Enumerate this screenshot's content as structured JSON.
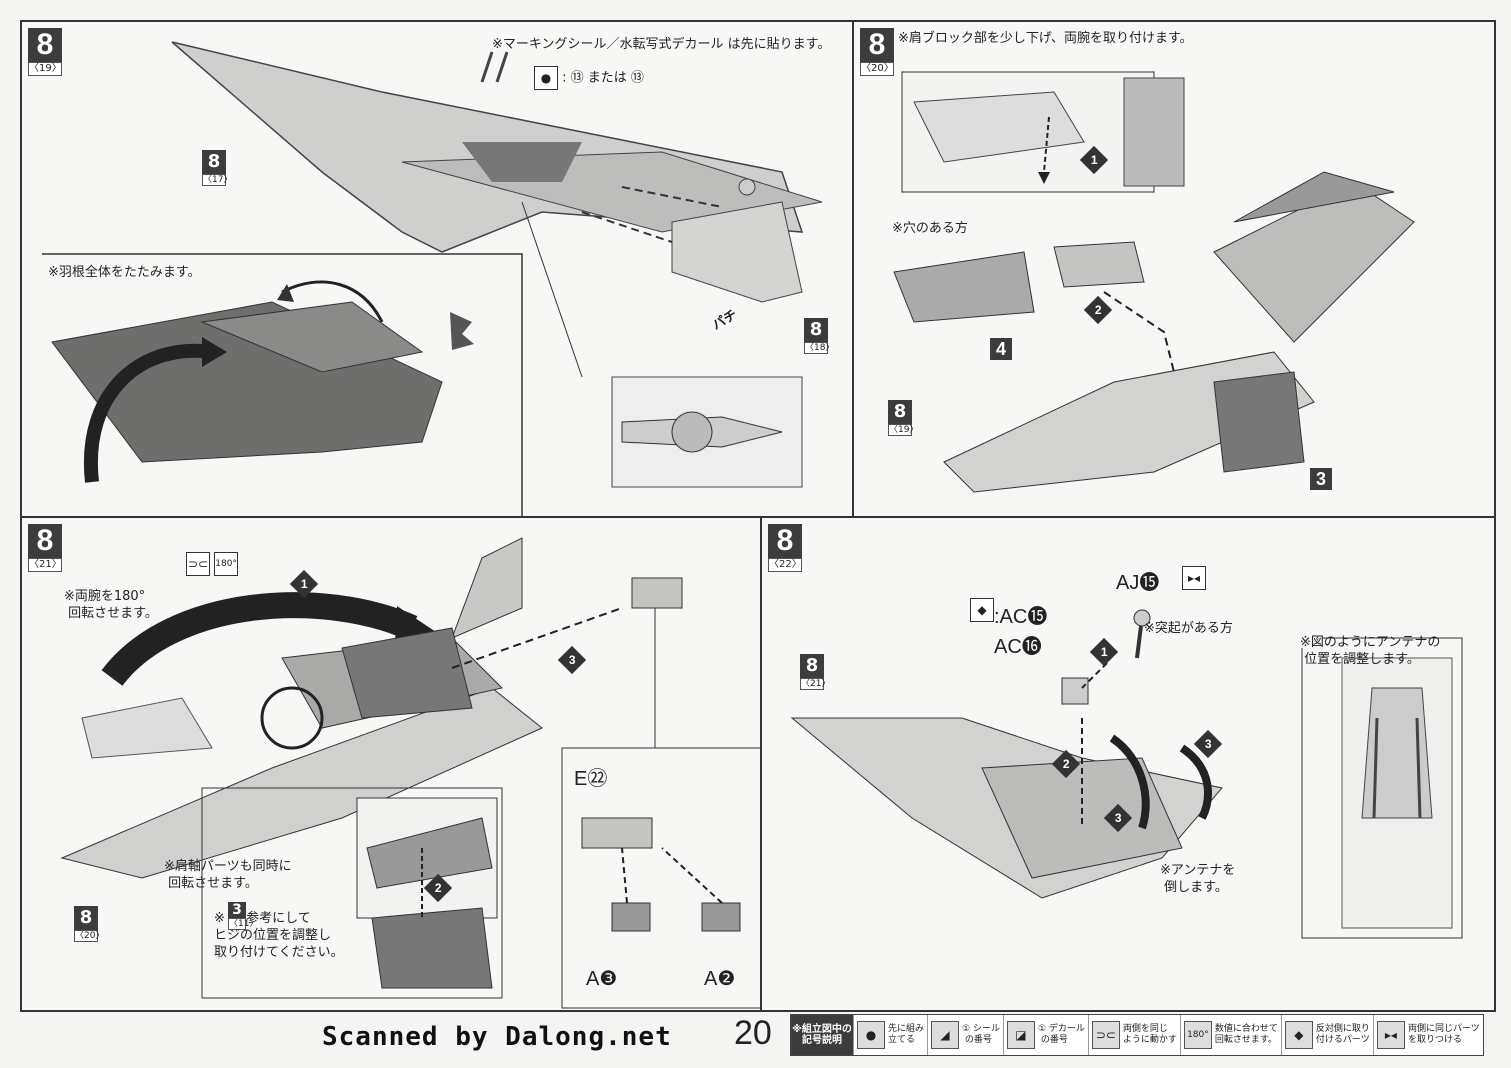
{
  "panels": {
    "p19": {
      "step": "8",
      "sub": "〈19〉",
      "note_marking": "※マーキングシール／水転写式デカール は先に貼ります。",
      "seal_line": ":  ⑬ または  ⑬",
      "note_fold": "※羽根全体をたたみます。",
      "ref_a": {
        "n": "8",
        "s": "〈17〉"
      },
      "ref_b": {
        "n": "8",
        "s": "〈18〉"
      },
      "snap": "パチ"
    },
    "p20": {
      "step": "8",
      "sub": "〈20〉",
      "note_main": "※肩ブロック部を少し下げ、両腕を取り付けます。",
      "note_hole": "※穴のある方",
      "part4": "4",
      "part3": "3",
      "ref": {
        "n": "8",
        "s": "〈19〉"
      },
      "arrow1": "1",
      "arrow2": "2"
    },
    "p21": {
      "step": "8",
      "sub": "〈21〉",
      "deg": "180°",
      "note_rotate": "※両腕を180°\n 回転させます。",
      "note_shoulder": "※肩軸パーツも同時に\n 回転させます。",
      "note_ref": "※  を参考にして\nヒジの位置を調整し\n取り付けてください。",
      "ref": {
        "n": "8",
        "s": "〈20〉"
      },
      "ref_small": {
        "n": "3",
        "s": "〈11〉"
      },
      "e22": "E㉒",
      "a3": "A❸",
      "a2": "A❷",
      "arrow1": "1",
      "arrow2": "2",
      "arrow3": "3"
    },
    "p22": {
      "step": "8",
      "sub": "〈22〉",
      "aj": "AJ⓯",
      "ac15": ":AC⓯",
      "ac16": "AC⓰",
      "note_bump": "※突起がある方",
      "note_antenna_pos": "※図のようにアンテナの\n 位置を調整します。",
      "note_antenna_down": "※アンテナを\n 倒します。",
      "ref": {
        "n": "8",
        "s": "〈21〉"
      },
      "arrow1": "1",
      "arrow2": "2",
      "arrow3": "3"
    }
  },
  "footer": {
    "scanned": "Scanned by Dalong.net",
    "page": "20",
    "legend_head": "※組立図中の\n記号説明",
    "legend": [
      {
        "icon": "●",
        "text": "先に組み\n立てる"
      },
      {
        "icon": "◢",
        "text": "① シール\n の番号"
      },
      {
        "icon": "◪",
        "text": "① デカール\n の番号"
      },
      {
        "icon": "⊃⊂",
        "text": "両側を同じ\nように動かす"
      },
      {
        "icon": "180°",
        "text": "数値に合わせて\n回転させます。"
      },
      {
        "icon": "◆",
        "text": "反対側に取り\n付けるパーツ"
      },
      {
        "icon": "▸◂",
        "text": "両側に同じパーツ\nを取りつける"
      }
    ]
  }
}
